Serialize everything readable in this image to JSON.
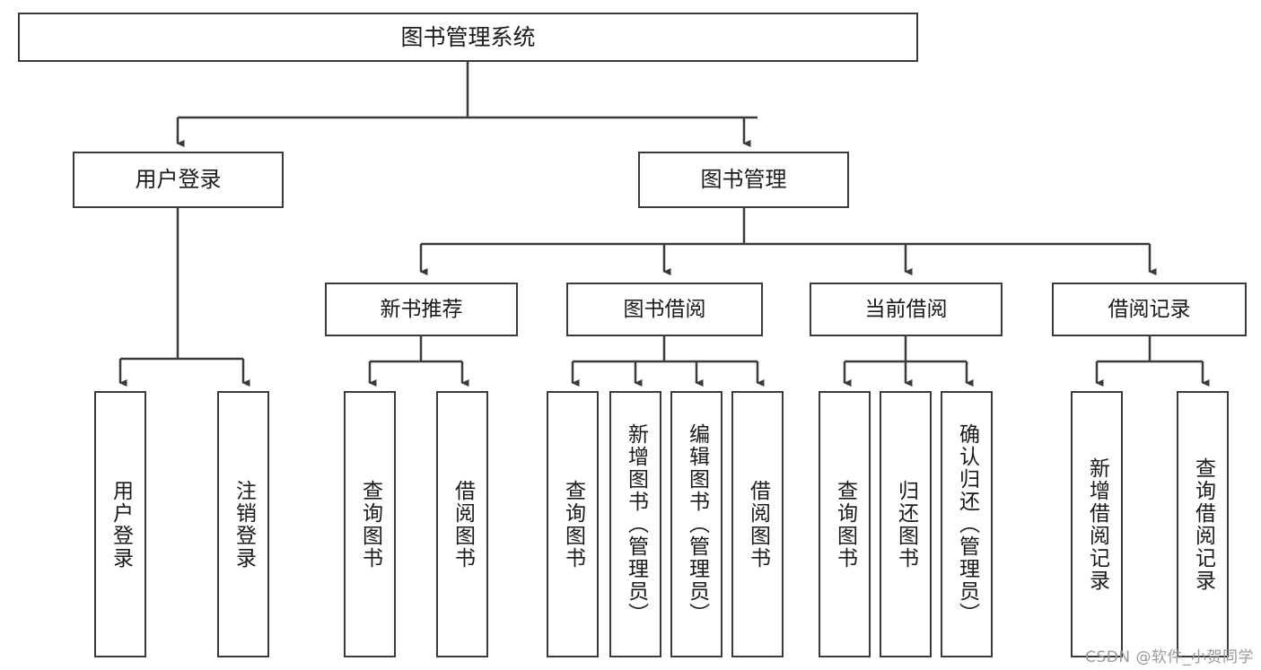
{
  "diagram": {
    "title": "图书管理系统",
    "type": "tree-hierarchy",
    "stroke_color": "#3a3a3a",
    "background_color": "#ffffff",
    "text_color": "#1a1a1a"
  },
  "nodes": {
    "root": {
      "label": "图书管理系统"
    },
    "level2": [
      {
        "label": "用户登录"
      },
      {
        "label": "图书管理"
      }
    ],
    "level3": [
      {
        "label": "新书推荐"
      },
      {
        "label": "图书借阅"
      },
      {
        "label": "当前借阅"
      },
      {
        "label": "借阅记录"
      }
    ],
    "leaves": {
      "user_login": [
        {
          "label": "用户登录"
        },
        {
          "label": "注销登录"
        }
      ],
      "new_book_recommend": [
        {
          "label": "查询图书"
        },
        {
          "label": "借阅图书"
        }
      ],
      "book_borrow": [
        {
          "label": "查询图书"
        },
        {
          "label": "新增图书（管理员）"
        },
        {
          "label": "编辑图书（管理员）"
        },
        {
          "label": "借阅图书"
        }
      ],
      "current_borrow": [
        {
          "label": "查询图书"
        },
        {
          "label": "归还图书"
        },
        {
          "label": "确认归还（管理员）"
        }
      ],
      "borrow_record": [
        {
          "label": "新增借阅记录"
        },
        {
          "label": "查询借阅记录"
        }
      ]
    }
  },
  "watermark": {
    "text": "CSDN @软件_小贺同学"
  }
}
